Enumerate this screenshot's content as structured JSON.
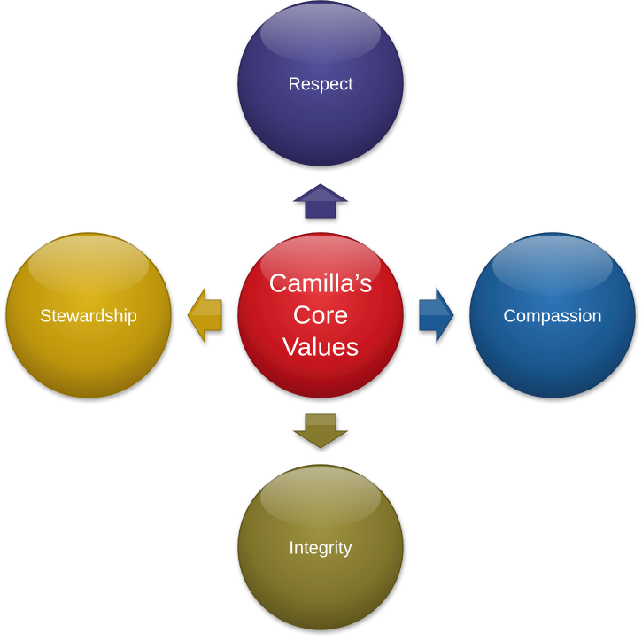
{
  "diagram": {
    "center": {
      "lines": [
        "Camilla’s",
        "Core",
        "Values"
      ],
      "color": "#c8161e"
    },
    "nodes": {
      "top": {
        "label": "Respect",
        "color": "#3f3a7a"
      },
      "right": {
        "label": "Compassion",
        "color": "#1c5a96"
      },
      "bottom": {
        "label": "Integrity",
        "color": "#857a2e"
      },
      "left": {
        "label": "Stewardship",
        "color": "#c39a0e"
      }
    },
    "arrows": {
      "top": "#3f3a7a",
      "right": "#1c5a96",
      "bottom": "#857a2e",
      "left": "#c39a0e"
    }
  }
}
